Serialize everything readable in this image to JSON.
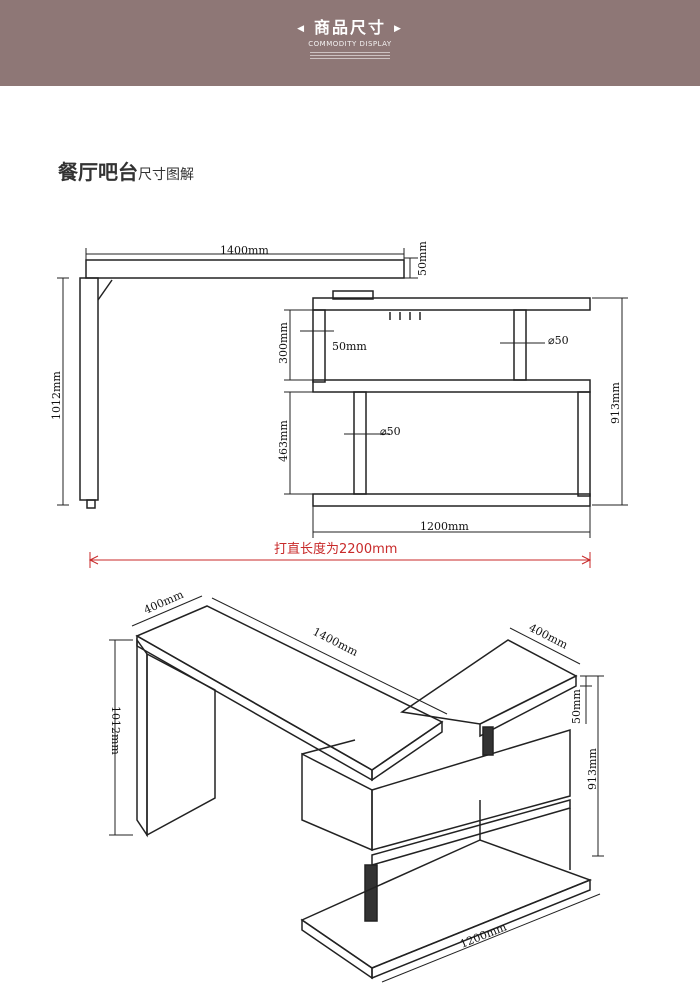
{
  "header": {
    "title": "商品尺寸",
    "subtitle": "COMMODITY DISPLAY",
    "left_arrow": "◀",
    "right_arrow": "▶"
  },
  "section": {
    "title": "餐厅吧台",
    "subtitle": "尺寸图解"
  },
  "dimensions": {
    "top_width": "1400mm",
    "top_thickness": "50mm",
    "total_height": "1012mm",
    "shelf_height_upper": "300mm",
    "upright_width": "50mm",
    "pole_diameter_upper": "⌀50",
    "shelf_height_lower": "463mm",
    "pole_diameter_lower": "⌀50",
    "right_height": "913mm",
    "base_width": "1200mm",
    "straight_length": "打直长度为2200mm",
    "iso_left_depth": "400mm",
    "iso_top_length": "1400mm",
    "iso_right_depth": "400mm",
    "iso_thickness": "50mm",
    "iso_left_height": "1012mm",
    "iso_right_height": "913mm",
    "iso_base_length": "1200mm"
  },
  "colors": {
    "header_bg": "#8e7776",
    "accent_red": "#c82a2a"
  }
}
